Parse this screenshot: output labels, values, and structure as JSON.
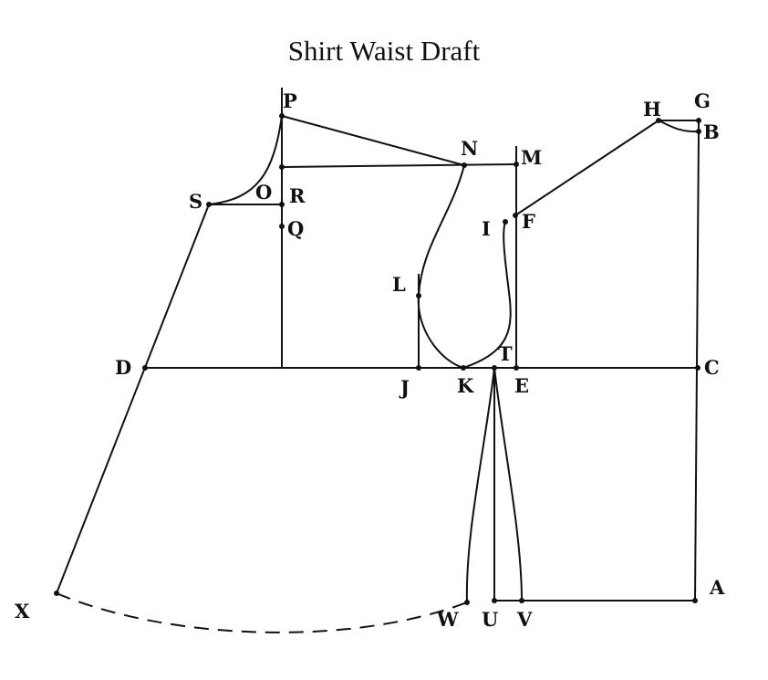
{
  "title": "Shirt Waist Draft",
  "points": {
    "A": "A",
    "B": "B",
    "C": "C",
    "D": "D",
    "E": "E",
    "F": "F",
    "G": "G",
    "H": "H",
    "I": "I",
    "J": "J",
    "K": "K",
    "L": "L",
    "M": "M",
    "N": "N",
    "O": "O",
    "P": "P",
    "Q": "Q",
    "R": "R",
    "S": "S",
    "T": "T",
    "U": "U",
    "V": "V",
    "W": "W",
    "X": "X"
  }
}
